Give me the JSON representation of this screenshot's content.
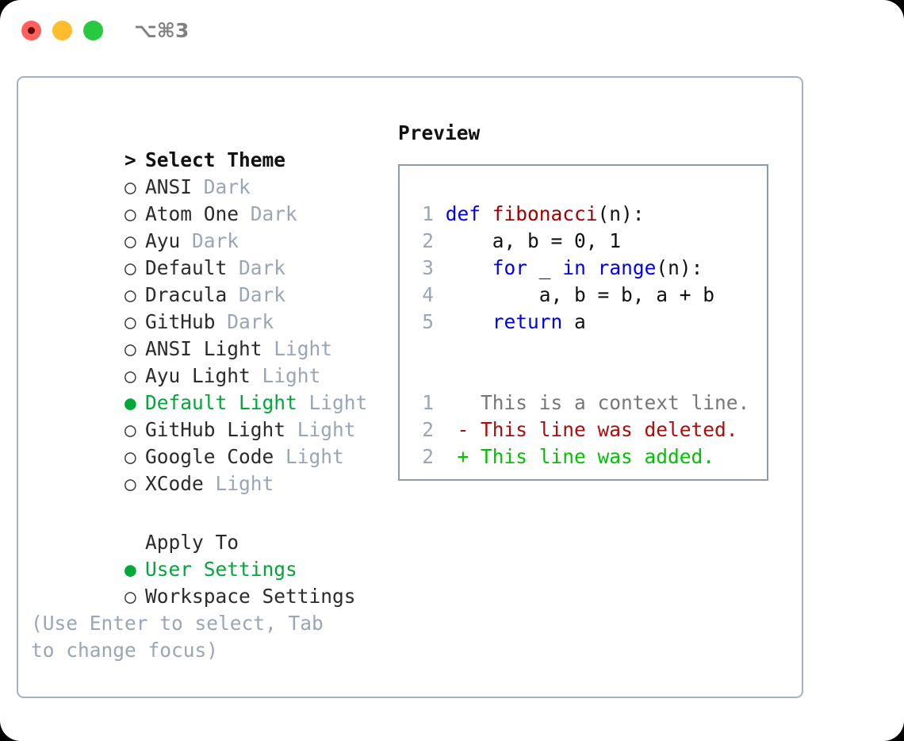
{
  "titlebar": {
    "shortcut": "⌥⌘3",
    "lights": [
      "close-red",
      "minimize-yellow",
      "maximize-green"
    ]
  },
  "theme_picker": {
    "header": {
      "marker": ">",
      "label": "Select Theme"
    },
    "items": [
      {
        "marker": "○",
        "name": "ANSI",
        "mode": "Dark",
        "selected": false
      },
      {
        "marker": "○",
        "name": "Atom One",
        "mode": "Dark",
        "selected": false
      },
      {
        "marker": "○",
        "name": "Ayu",
        "mode": "Dark",
        "selected": false
      },
      {
        "marker": "○",
        "name": "Default",
        "mode": "Dark",
        "selected": false
      },
      {
        "marker": "○",
        "name": "Dracula",
        "mode": "Dark",
        "selected": false
      },
      {
        "marker": "○",
        "name": "GitHub",
        "mode": "Dark",
        "selected": false
      },
      {
        "marker": "○",
        "name": "ANSI Light",
        "mode": "Light",
        "selected": false
      },
      {
        "marker": "○",
        "name": "Ayu Light",
        "mode": "Light",
        "selected": false
      },
      {
        "marker": "●",
        "name": "Default Light",
        "mode": "Light",
        "selected": true
      },
      {
        "marker": "○",
        "name": "GitHub Light",
        "mode": "Light",
        "selected": false
      },
      {
        "marker": "○",
        "name": "Google Code",
        "mode": "Light",
        "selected": false
      },
      {
        "marker": "○",
        "name": "XCode",
        "mode": "Light",
        "selected": false
      }
    ]
  },
  "apply_to": {
    "header": {
      "marker": " ",
      "label": "Apply To"
    },
    "items": [
      {
        "marker": "●",
        "label": "User Settings",
        "selected": true
      },
      {
        "marker": "○",
        "label": "Workspace Settings",
        "selected": false
      }
    ]
  },
  "hint": "(Use Enter to select, Tab to change focus)",
  "preview": {
    "title": "Preview",
    "code_lines": [
      {
        "num": "1",
        "tokens": [
          {
            "t": "def ",
            "c": "kw"
          },
          {
            "t": "fibonacci",
            "c": "fn"
          },
          {
            "t": "(n):",
            "c": "pl"
          }
        ]
      },
      {
        "num": "2",
        "tokens": [
          {
            "t": "    a, b = 0, 1",
            "c": "pl"
          }
        ]
      },
      {
        "num": "3",
        "tokens": [
          {
            "t": "    ",
            "c": "pl"
          },
          {
            "t": "for",
            "c": "kw"
          },
          {
            "t": " _ ",
            "c": "pl"
          },
          {
            "t": "in range",
            "c": "kw"
          },
          {
            "t": "(n):",
            "c": "pl"
          }
        ]
      },
      {
        "num": "4",
        "tokens": [
          {
            "t": "        a, b = b, a + b",
            "c": "pl"
          }
        ]
      },
      {
        "num": "5",
        "tokens": [
          {
            "t": "    ",
            "c": "pl"
          },
          {
            "t": "return",
            "c": "kw"
          },
          {
            "t": " a",
            "c": "pl"
          }
        ]
      }
    ],
    "diff_lines": [
      {
        "num": "1",
        "sign": " ",
        "text": " This is a context line.",
        "kind": "ctx"
      },
      {
        "num": "2",
        "sign": "-",
        "text": " This line was deleted.",
        "kind": "del"
      },
      {
        "num": "2",
        "sign": "+",
        "text": " This line was added.",
        "kind": "add"
      }
    ]
  },
  "colors": {
    "accent_green": "#00a838",
    "muted": "#9aa5b6",
    "keyword": "#0000ee",
    "function": "#a30000",
    "diff_delete": "#b10a0a",
    "diff_add": "#00c400",
    "border": "#a6b0bf",
    "light_red": "#ff6059",
    "light_yellow": "#ffbd2e",
    "light_green": "#28c840"
  }
}
